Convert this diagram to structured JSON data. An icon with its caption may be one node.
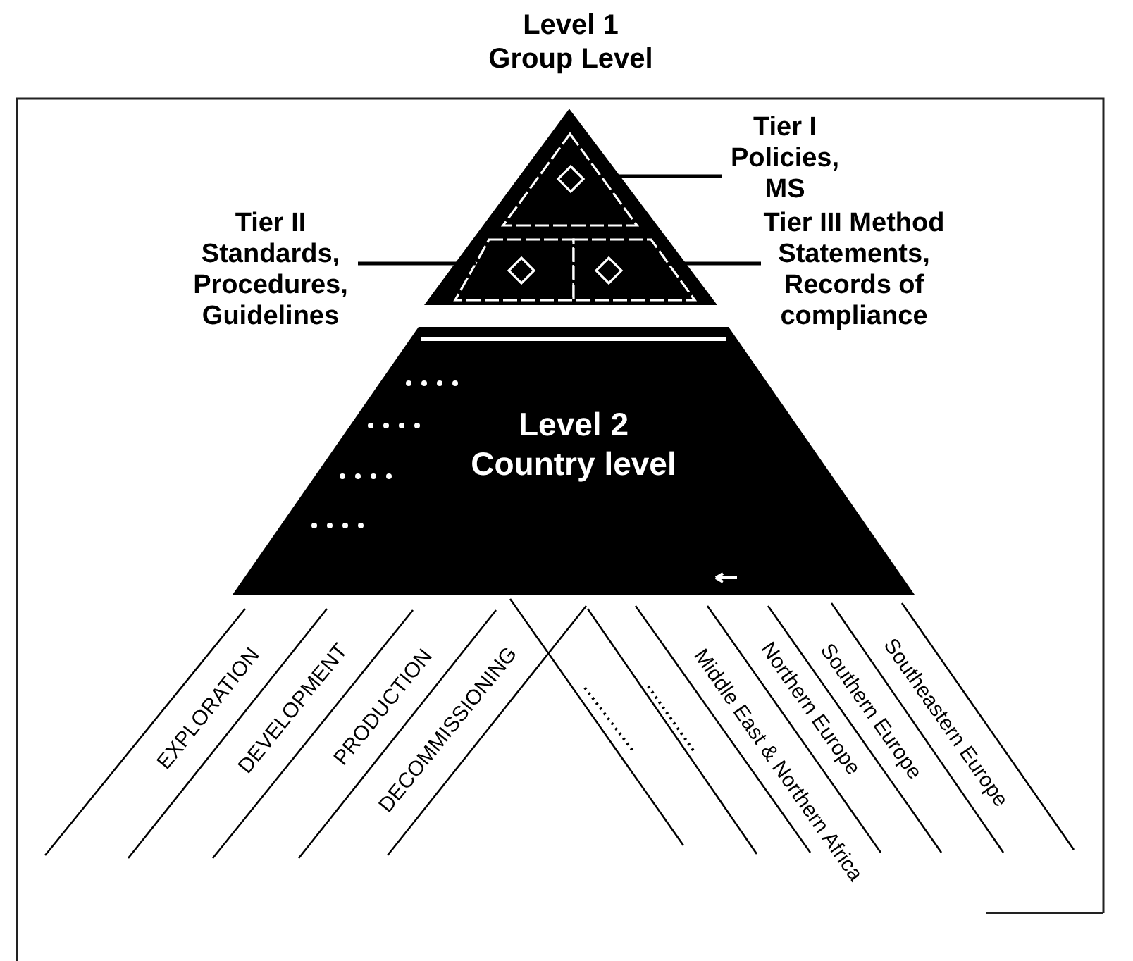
{
  "diagram": {
    "nodes": [
      {
        "text": [
          "Level 1 Group Level"
        ]
      },
      {
        "text": [],
        "shape": "triangle",
        "in": 0
      },
      {
        "text": [],
        "shape": "box",
        "in": 0
      },
      {
        "text": [],
        "shape": "box",
        "in": 0
      },
      {
        "text": [
          "Tier I Policies, MS"
        ]
      },
      {
        "text": [
          "Tier II Standards, Procedures, Guidelines"
        ]
      },
      {
        "text": [
          "Tier III Method Statements, Records of compliance"
        ]
      },
      {
        "text": [
          "Level 2 Country level"
        ]
      }
    ],
    "edges": [
      {
        "from": 4,
        "to": 1,
        "arrow": "none"
      },
      {
        "from": 5,
        "to": 2,
        "arrow": "none"
      },
      {
        "from": 6,
        "to": 3,
        "arrow": "none"
      }
    ],
    "labels": [
      "EXPLORATION",
      "DEVELOPMENT",
      "PRODUCTION",
      "DECOMMISSIONING",
      "Middle East & Northern Africa",
      "Northern Europe",
      "Southern Europe",
      "Southeastern Europe"
    ]
  }
}
